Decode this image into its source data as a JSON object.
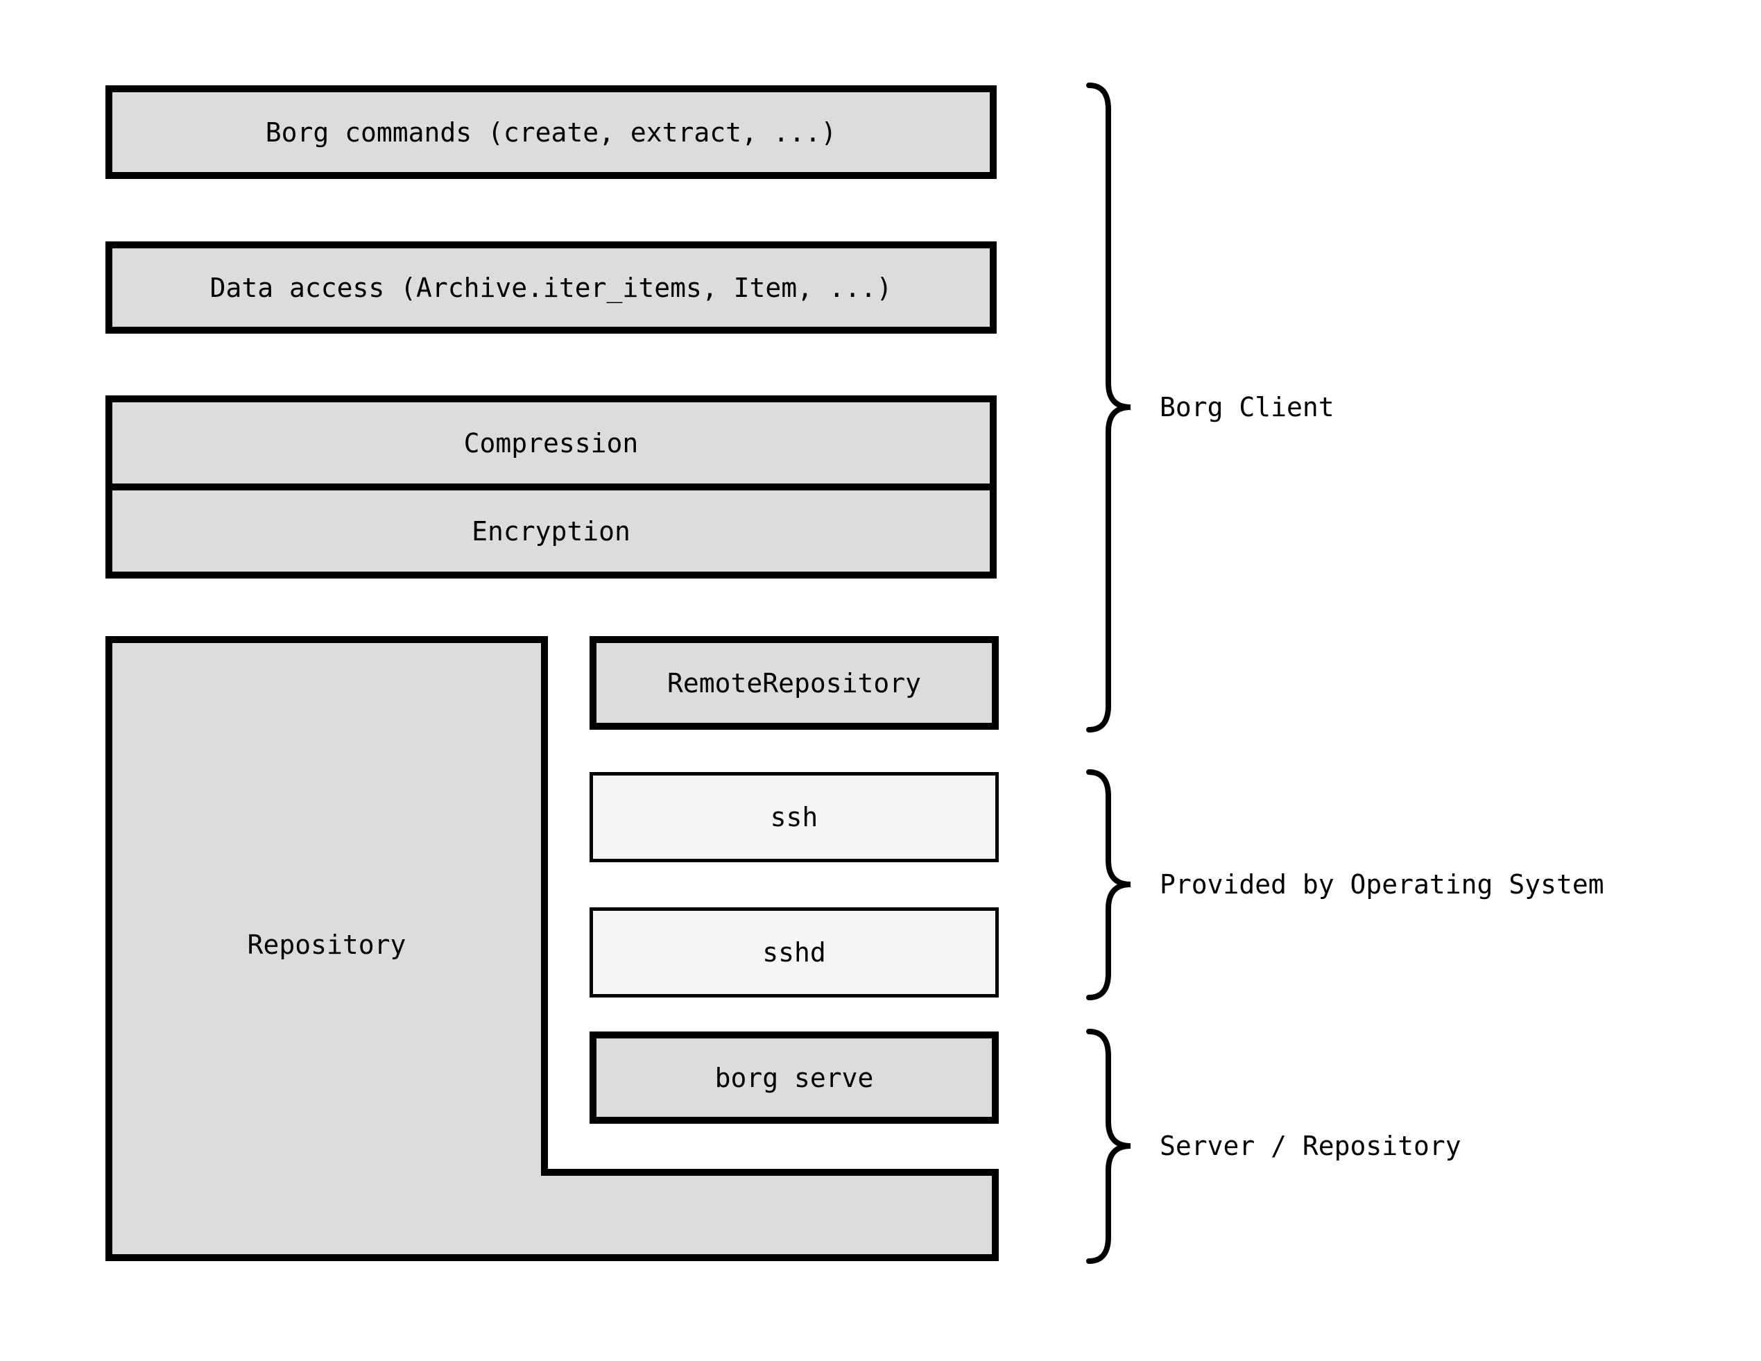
{
  "diagram": {
    "boxes": {
      "borg_commands": {
        "label": "Borg commands (create, extract, ...)"
      },
      "data_access": {
        "label": "Data access (Archive.iter_items, Item, ...)"
      },
      "compression": {
        "label": "Compression"
      },
      "encryption": {
        "label": "Encryption"
      },
      "repository": {
        "label": "Repository"
      },
      "remote_repository": {
        "label": "RemoteRepository"
      },
      "ssh": {
        "label": "ssh"
      },
      "sshd": {
        "label": "sshd"
      },
      "borg_serve": {
        "label": "borg serve"
      }
    },
    "braces": [
      {
        "label": "Borg Client"
      },
      {
        "label": "Provided by Operating System"
      },
      {
        "label": "Server / Repository"
      }
    ],
    "colors": {
      "box_fill": "#dcdcdc",
      "os_box_fill": "#f5f5f5",
      "border": "#000000",
      "background": "#ffffff",
      "text": "#000000"
    }
  }
}
